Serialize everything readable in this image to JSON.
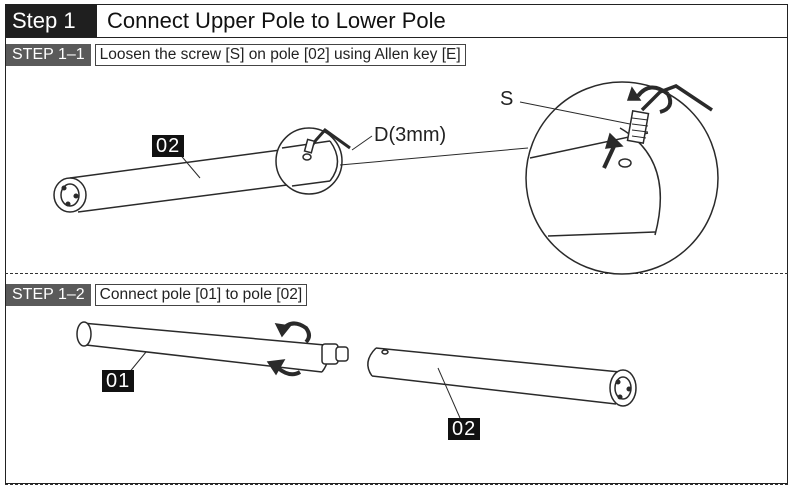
{
  "step": {
    "badge": "Step 1",
    "title": "Connect Upper Pole to Lower Pole"
  },
  "substeps": [
    {
      "badge": "STEP 1–1",
      "text": "Loosen the screw [S] on pole [02] using Allen key [E]"
    },
    {
      "badge": "STEP 1–2",
      "text": "Connect pole [01] to pole [02]"
    }
  ],
  "parts": {
    "pole_02": "02",
    "pole_01": "01",
    "screw": "S",
    "allen_key_size": "D(3mm)"
  },
  "icons": [
    "allen-key-icon",
    "rotate-arrow-icon",
    "up-arrow-icon"
  ]
}
